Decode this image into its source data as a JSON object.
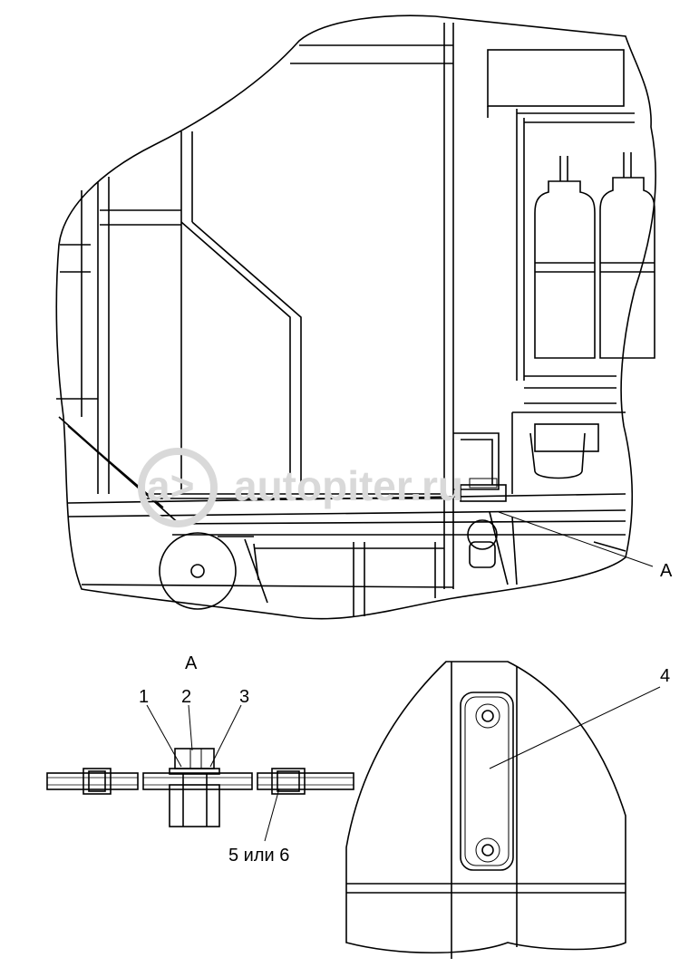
{
  "watermark": {
    "logo_glyph": "a>",
    "text": "autopiter.ru"
  },
  "callouts": {
    "view_a_pointer": "A",
    "view_a_title": "A",
    "item_1": "1",
    "item_2": "2",
    "item_3": "3",
    "item_4": "4",
    "item_5_or_6": "5 или 6"
  },
  "colors": {
    "line": "#000000",
    "background": "#ffffff",
    "watermark": "#d9d9d9"
  }
}
